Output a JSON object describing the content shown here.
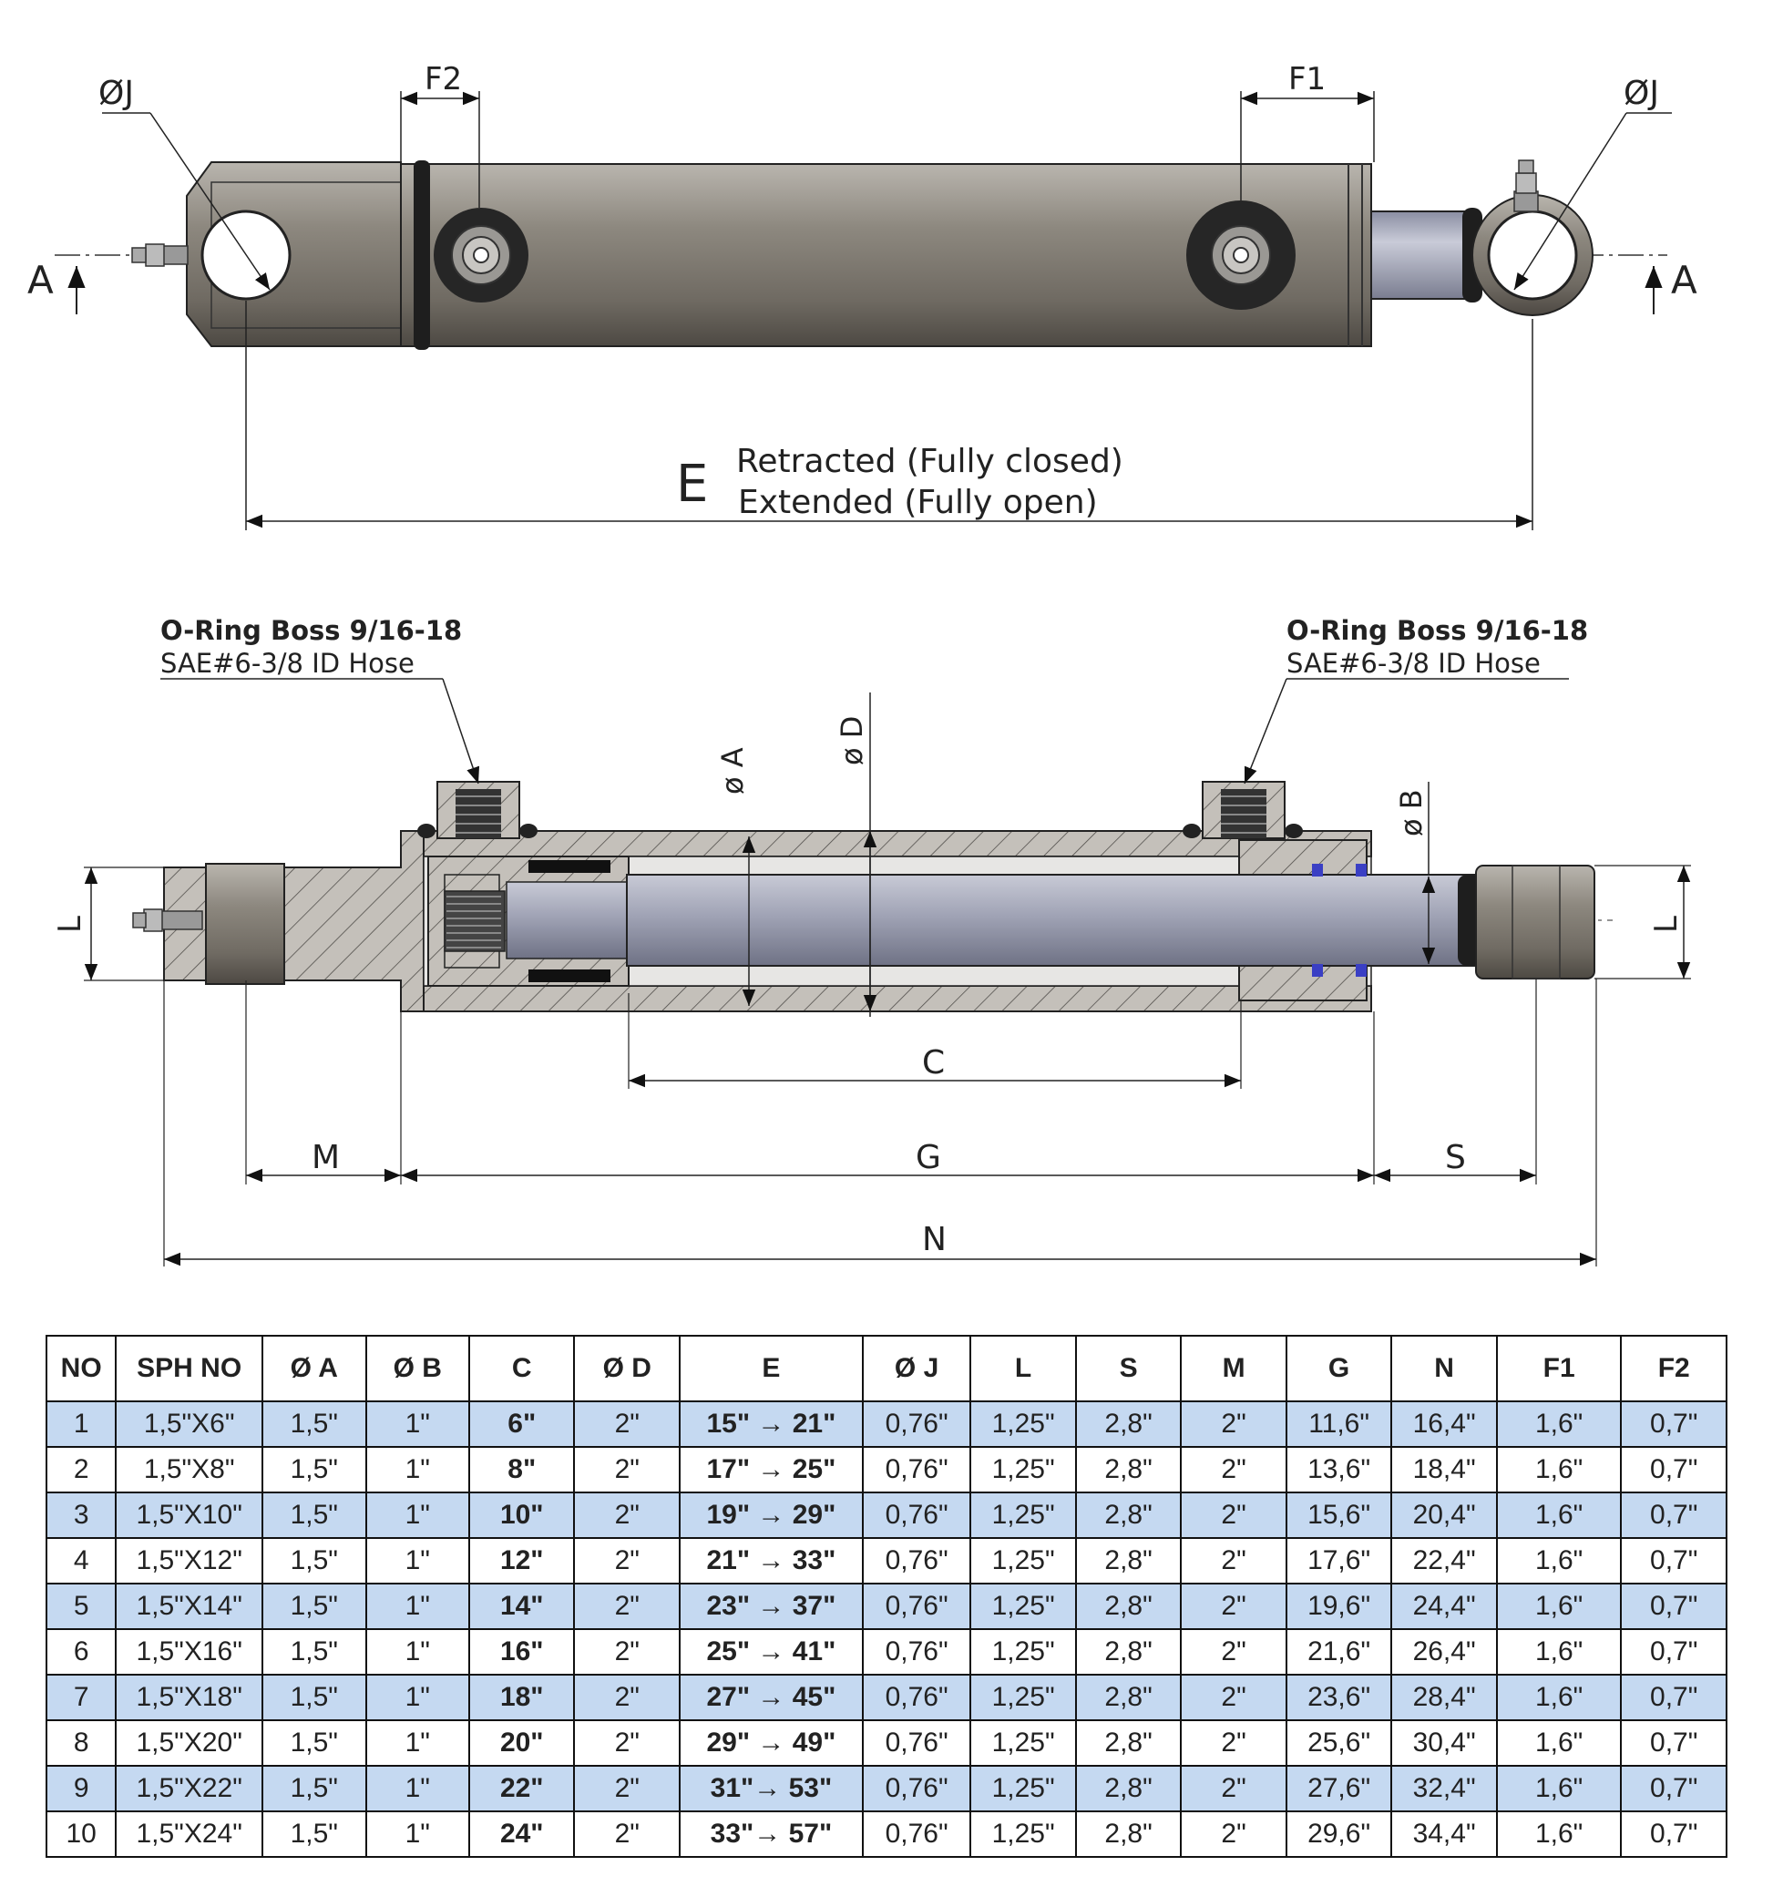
{
  "labels": {
    "top_left_j": "ØJ",
    "top_right_j": "ØJ",
    "f2": "F2",
    "f1": "F1",
    "section_a_left": "A",
    "section_a_right": "A",
    "e_letter": "E",
    "e_retracted": "Retracted (Fully closed)",
    "e_extended": "Extended (Fully open)",
    "port_left_title": "O-Ring Boss 9/16-18",
    "port_left_sub": "SAE#6-3/8 ID Hose",
    "port_right_title": "O-Ring Boss 9/16-18",
    "port_right_sub": "SAE#6-3/8 ID Hose",
    "dia_a": "ø A",
    "dia_d": "ø D",
    "dia_b": "ø B",
    "l_left": "L",
    "l_right": "L",
    "c": "C",
    "m": "M",
    "g": "G",
    "s": "S",
    "n": "N"
  },
  "colors": {
    "body_steel": "#86827b",
    "rod_steel": "#a3a6b8",
    "hatch_fill": "#c4c0ba",
    "seal_blue": "#3a3fc4",
    "row_stripe": "#c5d9f1"
  },
  "table": {
    "headers": [
      "NO",
      "SPH NO",
      "Ø A",
      "Ø B",
      "C",
      "Ø D",
      "E",
      "Ø J",
      "L",
      "S",
      "M",
      "G",
      "N",
      "F1",
      "F2"
    ],
    "rows": [
      [
        "1",
        "1,5\"X6\"",
        "1,5\"",
        "1\"",
        "6\"",
        "2\"",
        "15\" → 21\"",
        "0,76\"",
        "1,25\"",
        "2,8\"",
        "2\"",
        "11,6\"",
        "16,4\"",
        "1,6\"",
        "0,7\""
      ],
      [
        "2",
        "1,5\"X8\"",
        "1,5\"",
        "1\"",
        "8\"",
        "2\"",
        "17\" → 25\"",
        "0,76\"",
        "1,25\"",
        "2,8\"",
        "2\"",
        "13,6\"",
        "18,4\"",
        "1,6\"",
        "0,7\""
      ],
      [
        "3",
        "1,5\"X10\"",
        "1,5\"",
        "1\"",
        "10\"",
        "2\"",
        "19\" → 29\"",
        "0,76\"",
        "1,25\"",
        "2,8\"",
        "2\"",
        "15,6\"",
        "20,4\"",
        "1,6\"",
        "0,7\""
      ],
      [
        "4",
        "1,5\"X12\"",
        "1,5\"",
        "1\"",
        "12\"",
        "2\"",
        "21\" → 33\"",
        "0,76\"",
        "1,25\"",
        "2,8\"",
        "2\"",
        "17,6\"",
        "22,4\"",
        "1,6\"",
        "0,7\""
      ],
      [
        "5",
        "1,5\"X14\"",
        "1,5\"",
        "1\"",
        "14\"",
        "2\"",
        "23\" → 37\"",
        "0,76\"",
        "1,25\"",
        "2,8\"",
        "2\"",
        "19,6\"",
        "24,4\"",
        "1,6\"",
        "0,7\""
      ],
      [
        "6",
        "1,5\"X16\"",
        "1,5\"",
        "1\"",
        "16\"",
        "2\"",
        "25\" → 41\"",
        "0,76\"",
        "1,25\"",
        "2,8\"",
        "2\"",
        "21,6\"",
        "26,4\"",
        "1,6\"",
        "0,7\""
      ],
      [
        "7",
        "1,5\"X18\"",
        "1,5\"",
        "1\"",
        "18\"",
        "2\"",
        "27\" → 45\"",
        "0,76\"",
        "1,25\"",
        "2,8\"",
        "2\"",
        "23,6\"",
        "28,4\"",
        "1,6\"",
        "0,7\""
      ],
      [
        "8",
        "1,5\"X20\"",
        "1,5\"",
        "1\"",
        "20\"",
        "2\"",
        "29\" → 49\"",
        "0,76\"",
        "1,25\"",
        "2,8\"",
        "2\"",
        "25,6\"",
        "30,4\"",
        "1,6\"",
        "0,7\""
      ],
      [
        "9",
        "1,5\"X22\"",
        "1,5\"",
        "1\"",
        "22\"",
        "2\"",
        "31\"→ 53\"",
        "0,76\"",
        "1,25\"",
        "2,8\"",
        "2\"",
        "27,6\"",
        "32,4\"",
        "1,6\"",
        "0,7\""
      ],
      [
        "10",
        "1,5\"X24\"",
        "1,5\"",
        "1\"",
        "24\"",
        "2\"",
        "33\"→ 57\"",
        "0,76\"",
        "1,25\"",
        "2,8\"",
        "2\"",
        "29,6\"",
        "34,4\"",
        "1,6\"",
        "0,7\""
      ]
    ]
  }
}
